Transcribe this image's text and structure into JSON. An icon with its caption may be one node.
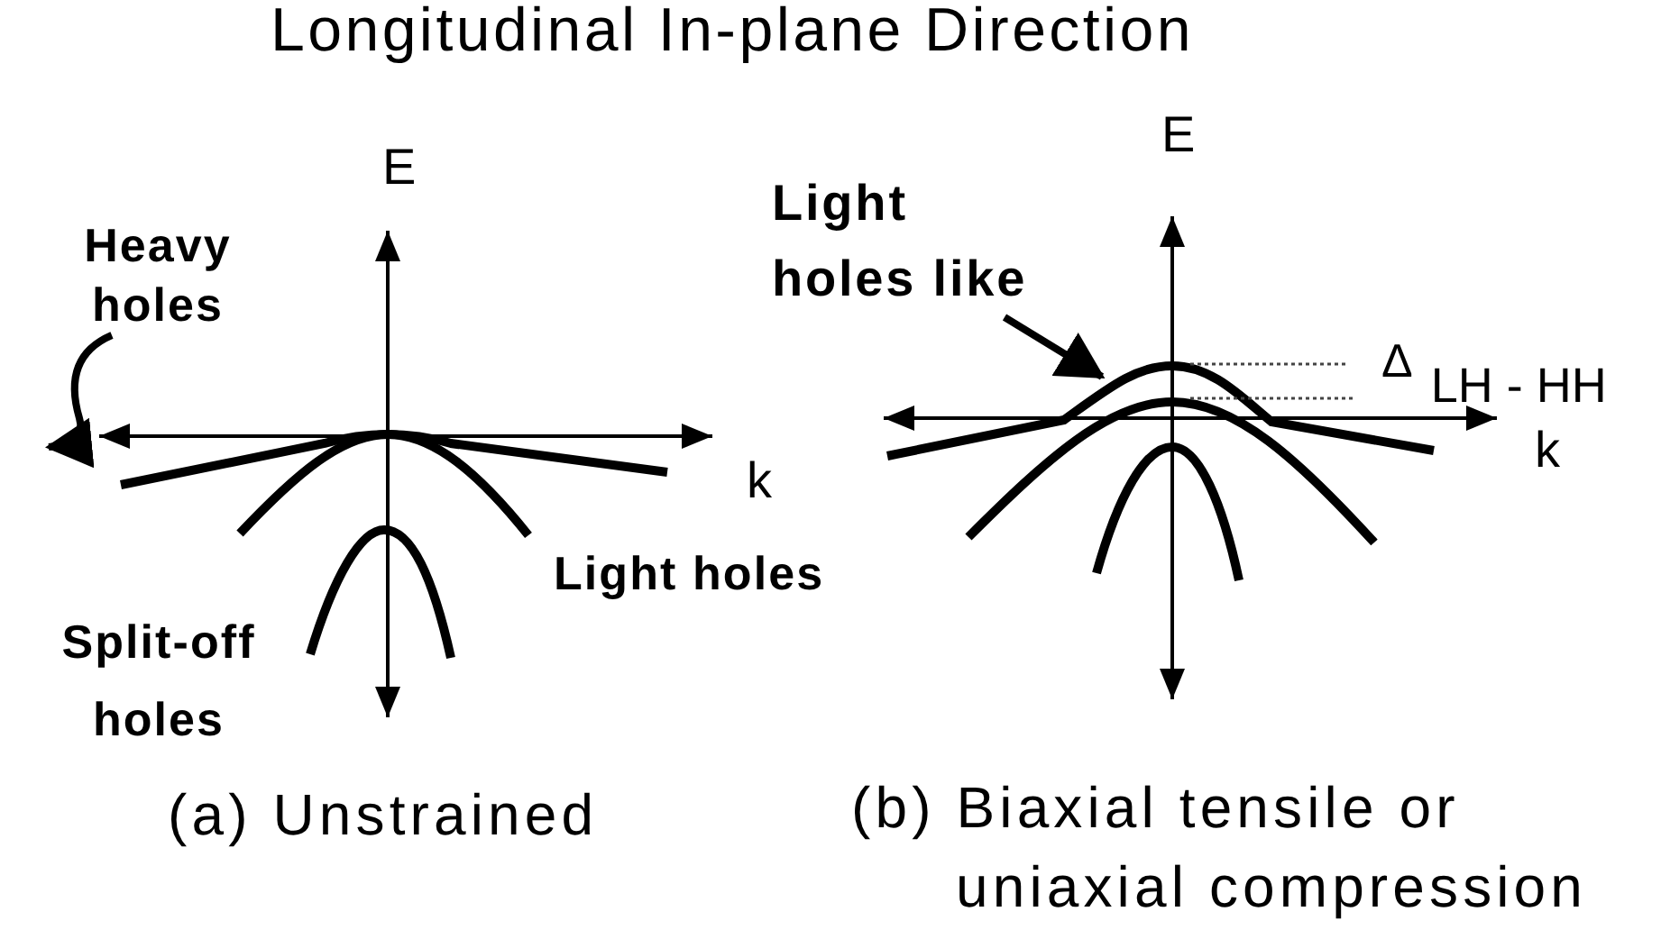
{
  "diagram": {
    "title": "Longitudinal In-plane Direction",
    "nodes": [
      {
        "text": [
          "Heavy holes"
        ]
      },
      {
        "text": [
          "Light holes like"
        ]
      },
      {
        "text": [],
        "shape": "curve"
      }
    ],
    "edges": [
      {
        "from": 0,
        "to": null,
        "arrow": "to"
      },
      {
        "from": 1,
        "to": 2,
        "arrow": "to"
      }
    ],
    "labels": [
      "E",
      "k",
      "Light holes",
      "Split-off holes",
      "(a) Unstrained",
      "E",
      "Δ$_{LH - HH}$",
      "k",
      "(b) Biaxial tensile or uniaxial compression"
    ]
  }
}
